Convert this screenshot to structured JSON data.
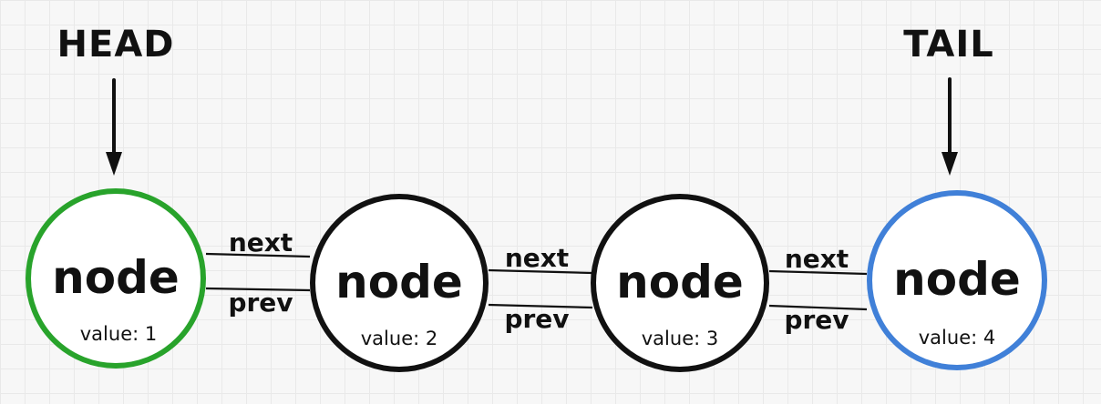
{
  "diagram": {
    "type": "doubly-linked-list",
    "head_label": "HEAD",
    "tail_label": "TAIL",
    "colors": {
      "ink": "#111111",
      "background": "#f7f7f7",
      "grid_line": "#e9e9e9",
      "node_fill": "#ffffff",
      "head_node_stroke": "#28a32b",
      "tail_node_stroke": "#4080d8",
      "next_label": "#3b78cc",
      "prev_label": "#23a32a"
    },
    "nodes": [
      {
        "title": "node",
        "value_label": "value: 1",
        "value": 1,
        "stroke": "#28a32b",
        "role": "head"
      },
      {
        "title": "node",
        "value_label": "value: 2",
        "value": 2,
        "stroke": "#111111",
        "role": "middle"
      },
      {
        "title": "node",
        "value_label": "value: 3",
        "value": 3,
        "stroke": "#111111",
        "role": "middle"
      },
      {
        "title": "node",
        "value_label": "value: 4",
        "value": 4,
        "stroke": "#4080d8",
        "role": "tail"
      }
    ],
    "links": [
      {
        "from": 1,
        "to": 2,
        "next_label": "next",
        "prev_label": "prev"
      },
      {
        "from": 2,
        "to": 3,
        "next_label": "next",
        "prev_label": "prev"
      },
      {
        "from": 3,
        "to": 4,
        "next_label": "next",
        "prev_label": "prev"
      }
    ]
  }
}
